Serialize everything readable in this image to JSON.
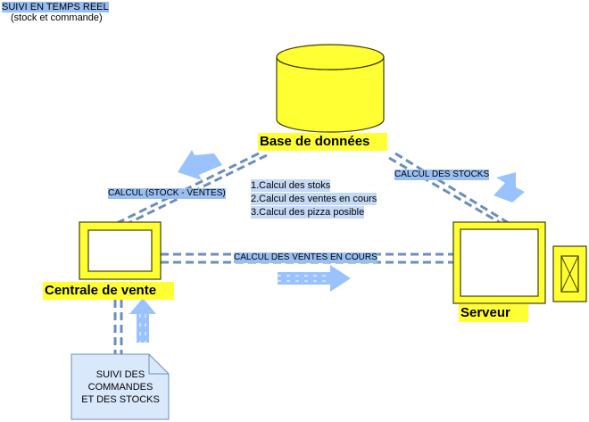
{
  "title": {
    "line1": "SUIVI EN TEMPS REEL",
    "line2": "(stock et commande)"
  },
  "database": {
    "label": "Base de données"
  },
  "central": {
    "label": "Centrale de vente"
  },
  "server": {
    "label": "Serveur"
  },
  "connections": {
    "central_db": "CALCUL (STOCK - VENTES)",
    "server_db": "CALCUL DES STOCKS",
    "central_server": "CALCUL DES VENTES EN COURS"
  },
  "steps": [
    "1.Calcul des stoks",
    "2.Calcul des ventes en cours",
    "3.Calcul des pizza posible"
  ],
  "document": {
    "lines": [
      "SUIVI DES",
      "COMMANDES",
      "ET DES STOCKS"
    ]
  },
  "colors": {
    "yellow": "#ffff33",
    "yellow_outline": "#404000",
    "blue_dash": "#6c8ebf",
    "arrow_blue": "#99c2ff",
    "highlight_blue": "#99bff2",
    "doc_fill": "#dae8fc"
  }
}
